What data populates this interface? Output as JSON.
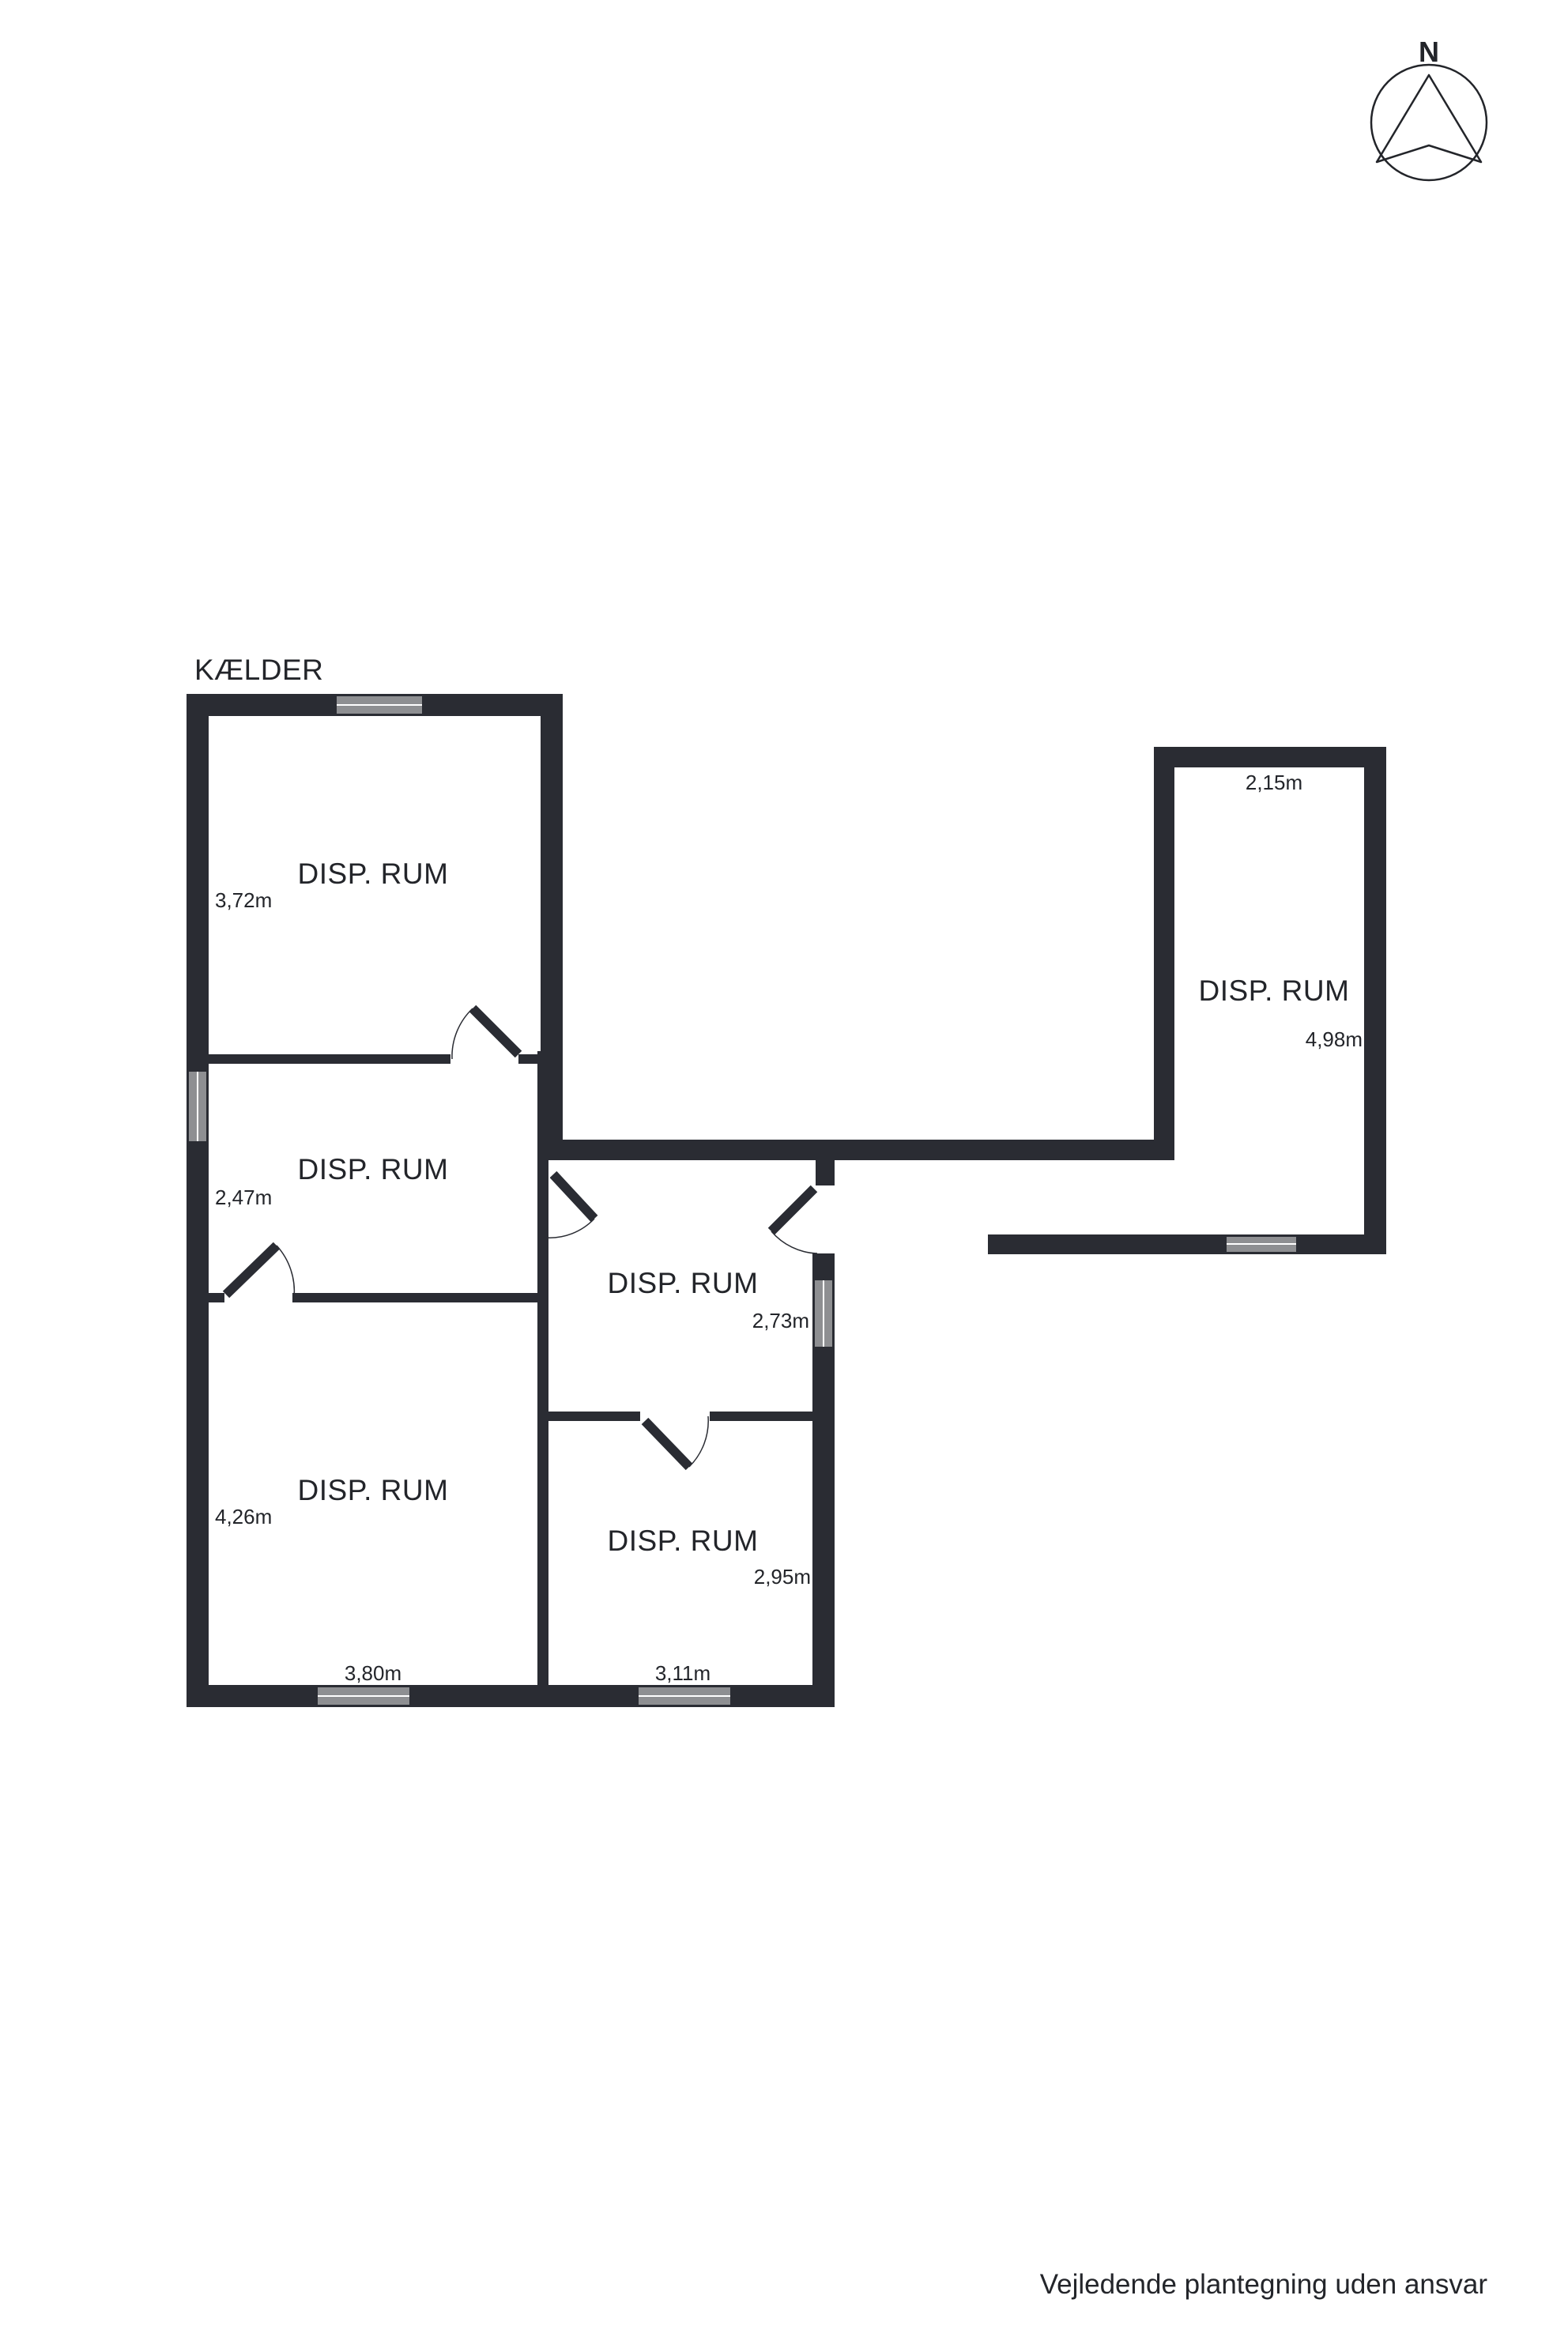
{
  "compass": {
    "letter": "N"
  },
  "floor_label": "KÆLDER",
  "rooms": [
    {
      "name": "DISP. RUM",
      "dimension": "3,72m"
    },
    {
      "name": "DISP. RUM",
      "dimension": "2,47m"
    },
    {
      "name": "DISP. RUM",
      "dimension": "4,26m",
      "width_dimension": "3,80m"
    },
    {
      "name": "DISP. RUM",
      "dimension": "2,73m"
    },
    {
      "name": "DISP. RUM",
      "dimension": "2,95m",
      "width_dimension": "3,11m"
    },
    {
      "name": "DISP. RUM",
      "dimension": "4,98m",
      "width_dimension": "2,15m"
    }
  ],
  "disclaimer": "Vejledende plantegning uden ansvar",
  "colors": {
    "wall": "#2a2c33",
    "window": "#8e8f92",
    "text": "#23252a"
  }
}
